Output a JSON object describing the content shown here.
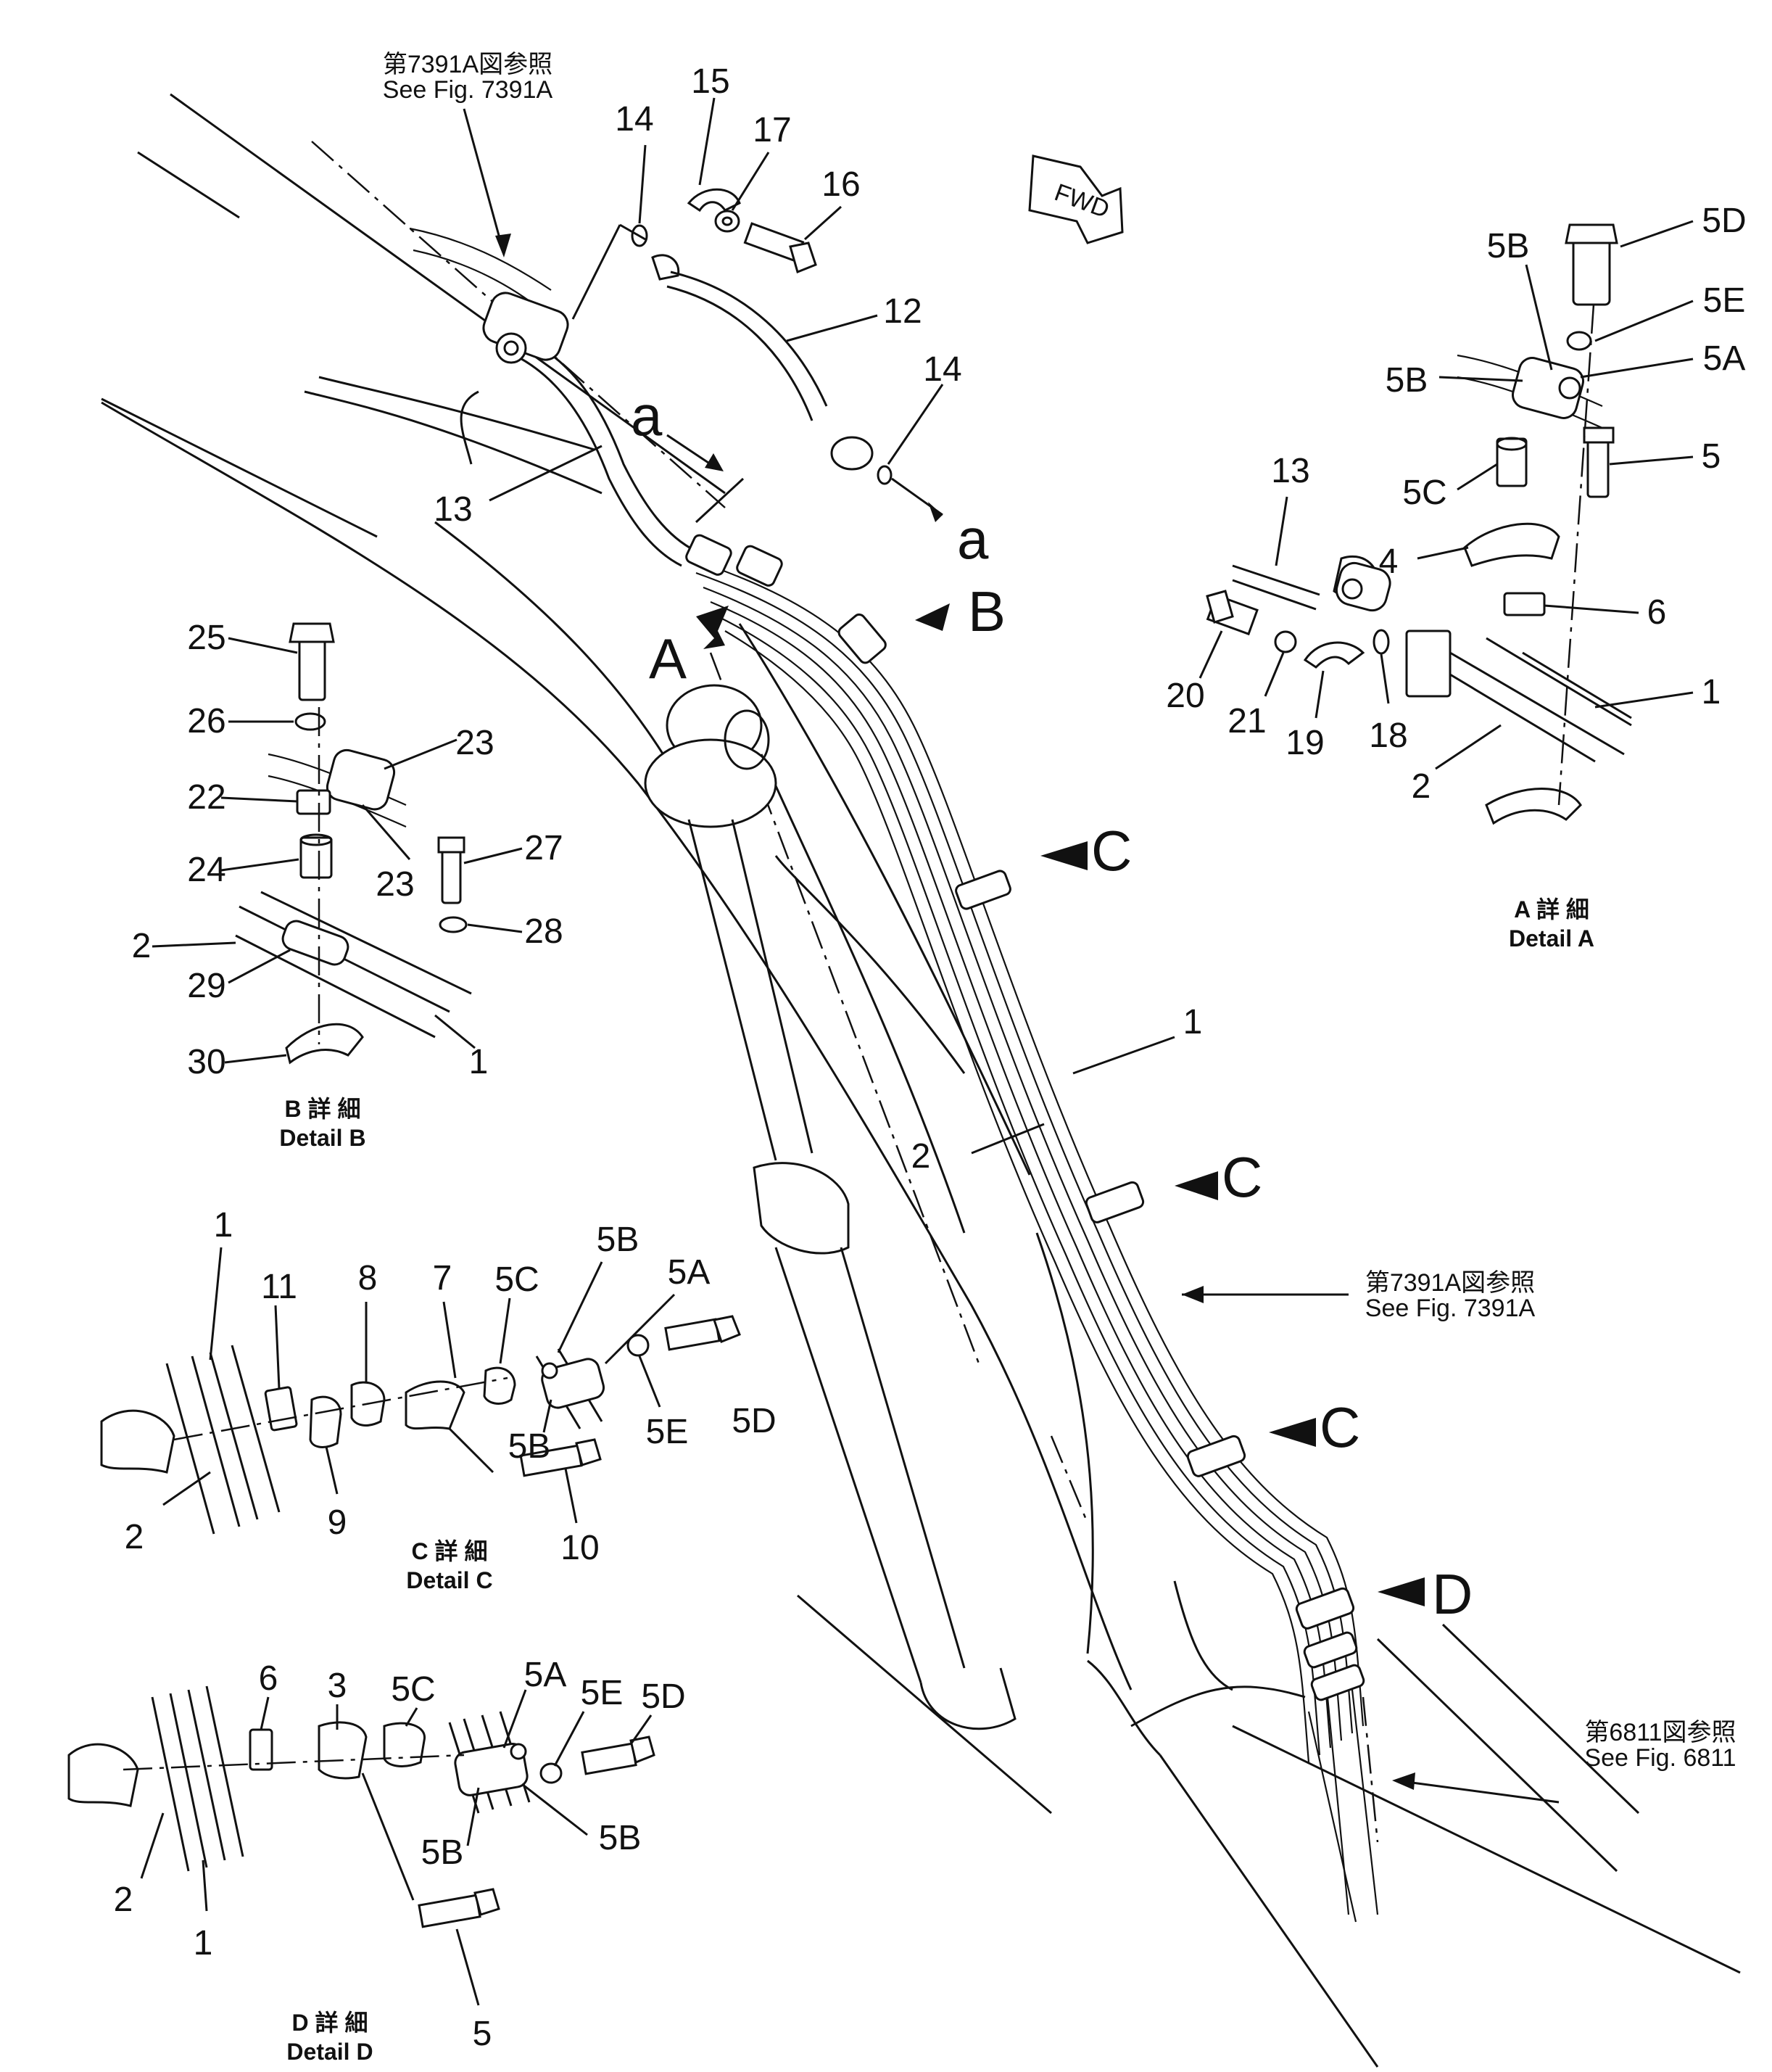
{
  "references": {
    "top_left_jp": "第7391A図参照",
    "top_left_en": "See Fig. 7391A",
    "mid_right_jp": "第7391A図参照",
    "mid_right_en": "See Fig. 7391A",
    "bottom_right_jp": "第6811図参照",
    "bottom_right_en": "See Fig. 6811"
  },
  "fwd_label": "FWD",
  "view_letters": [
    "A",
    "B",
    "C",
    "C",
    "C",
    "D"
  ],
  "section_marks": [
    "a",
    "a"
  ],
  "main_callouts": [
    "14",
    "15",
    "17",
    "16",
    "12",
    "14",
    "13",
    "1",
    "2"
  ],
  "details": {
    "A": {
      "title_jp": "A 詳 細",
      "title_en": "Detail A",
      "callouts": [
        "5D",
        "5B",
        "5E",
        "5B",
        "5A",
        "5C",
        "5",
        "13",
        "4",
        "6",
        "20",
        "21",
        "19",
        "18",
        "1",
        "2"
      ]
    },
    "B": {
      "title_jp": "B 詳 細",
      "title_en": "Detail B",
      "callouts": [
        "25",
        "26",
        "23",
        "22",
        "23",
        "24",
        "27",
        "28",
        "2",
        "29",
        "1",
        "30"
      ]
    },
    "C": {
      "title_jp": "C 詳 細",
      "title_en": "Detail C",
      "callouts": [
        "1",
        "11",
        "8",
        "7",
        "5C",
        "5B",
        "5A",
        "5B",
        "5E",
        "5D",
        "2",
        "9",
        "10"
      ]
    },
    "D": {
      "title_jp": "D 詳 細",
      "title_en": "Detail D",
      "callouts": [
        "6",
        "3",
        "5C",
        "5A",
        "5E",
        "5D",
        "5B",
        "5B",
        "2",
        "1",
        "5"
      ]
    }
  }
}
